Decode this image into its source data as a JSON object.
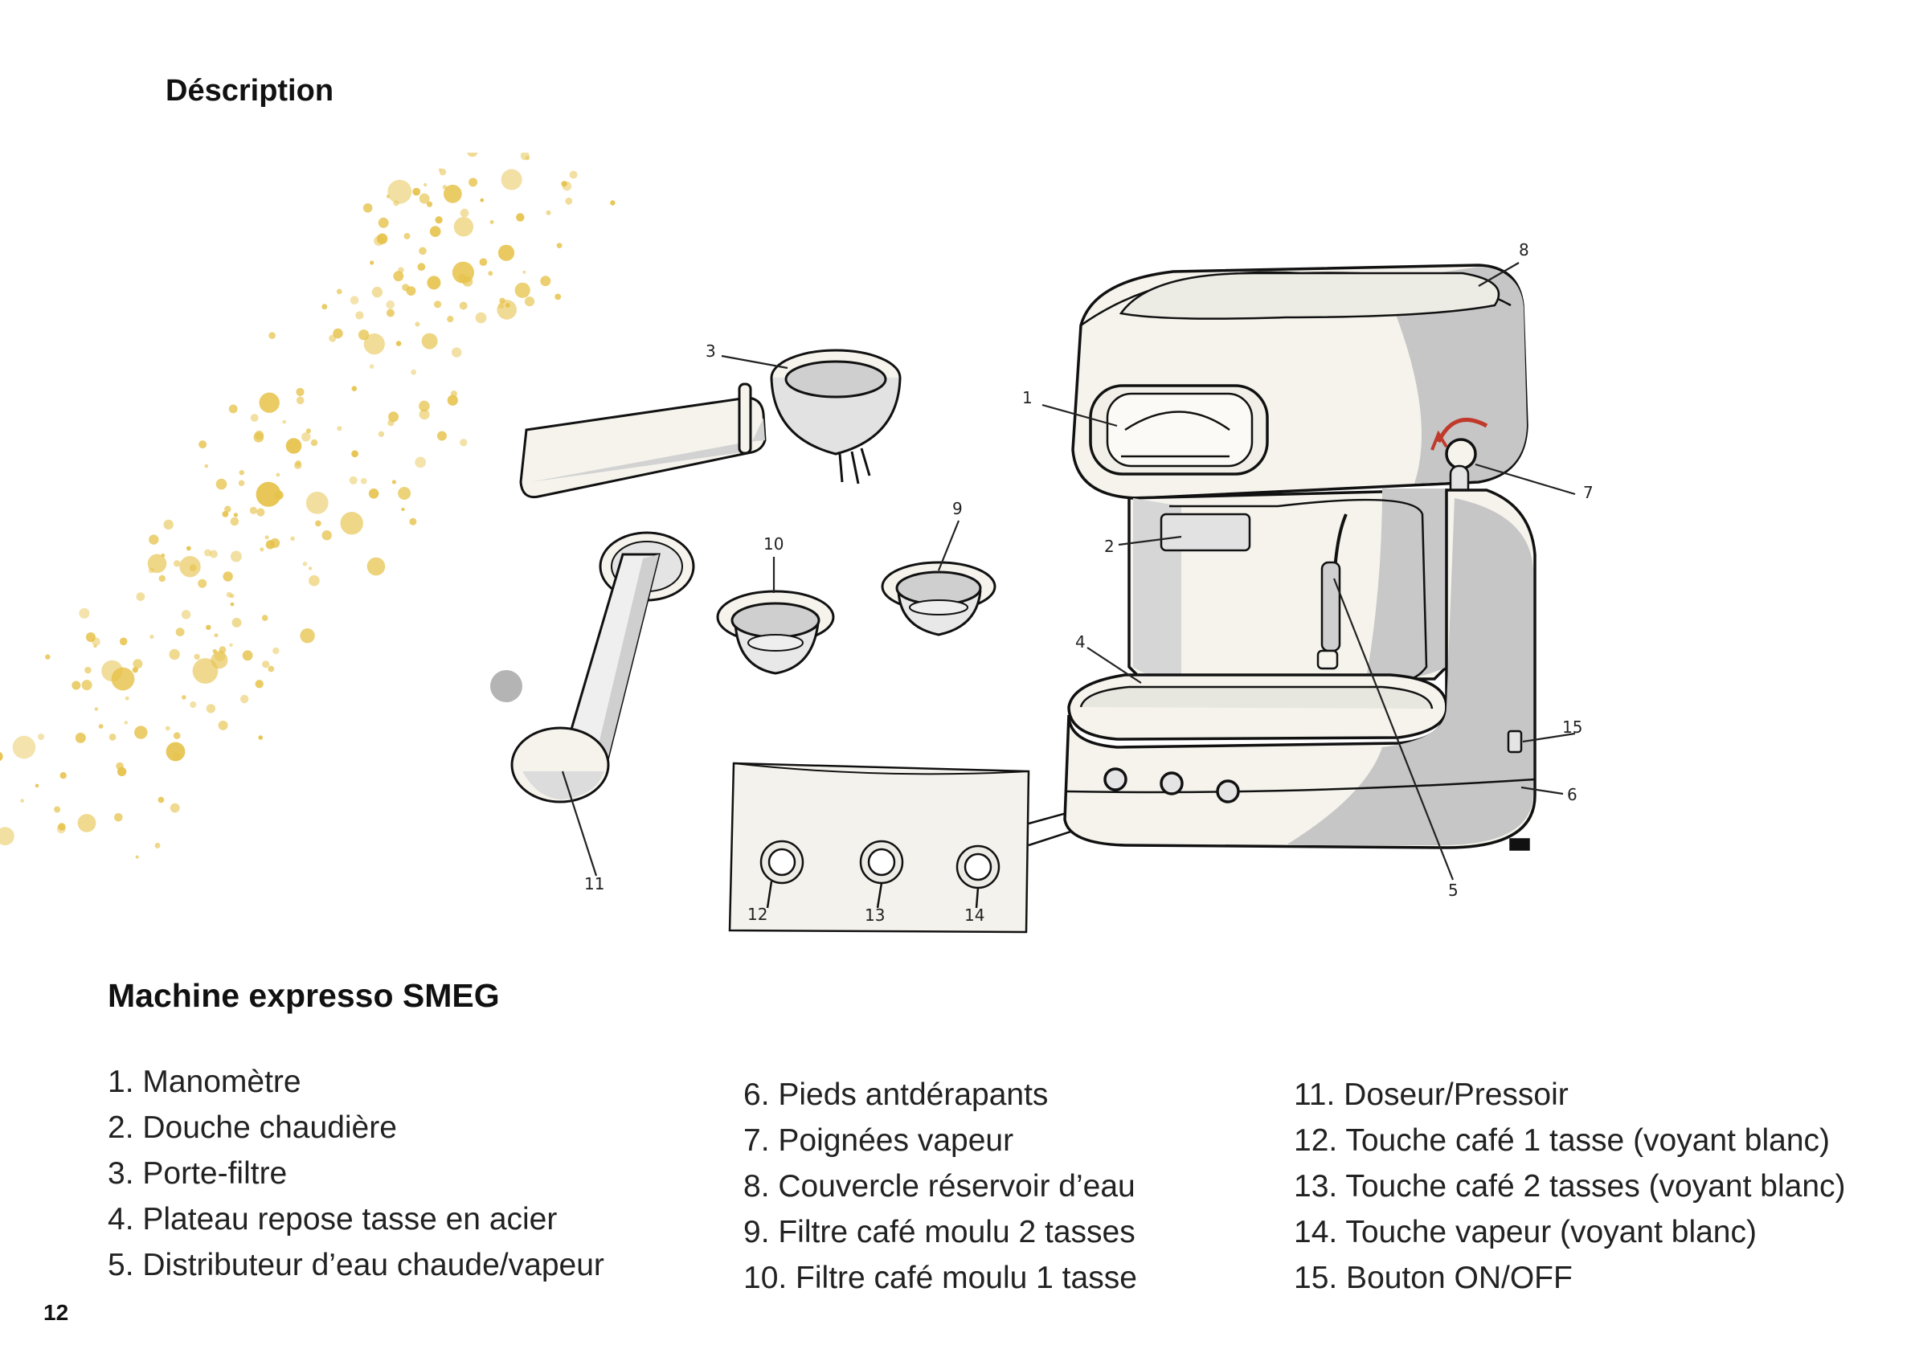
{
  "page": {
    "section_title": "Déscription",
    "product_title": "Machine expresso SMEG",
    "page_number": "12"
  },
  "callouts": [
    "1",
    "2",
    "3",
    "4",
    "5",
    "6",
    "7",
    "8",
    "9",
    "10",
    "11",
    "12",
    "13",
    "14",
    "15"
  ],
  "parts": {
    "column1": [
      "1. Manomètre",
      "2. Douche chaudière",
      "3. Porte-filtre",
      "4. Plateau repose tasse en acier",
      "5. Distributeur d’eau chaude/vapeur"
    ],
    "column2": [
      "6. Pieds antdérapants",
      "7. Poignées vapeur",
      "8. Couvercle réservoir d’eau",
      "9. Filtre café moulu 2 tasses",
      "10. Filtre café moulu 1 tasse"
    ],
    "column3": [
      "11. Doseur/Pressoir",
      "12. Touche café 1 tasse (voyant blanc)",
      "13. Touche café 2 tasses (voyant blanc)",
      "14. Touche vapeur (voyant blanc)",
      "15. Bouton ON/OFF"
    ]
  },
  "colors": {
    "splash": "#e6c24a",
    "machine_fill": "#f5f3ec",
    "machine_shadow": "#c8c8c8",
    "steam_knob_arrow": "#c0392b"
  }
}
